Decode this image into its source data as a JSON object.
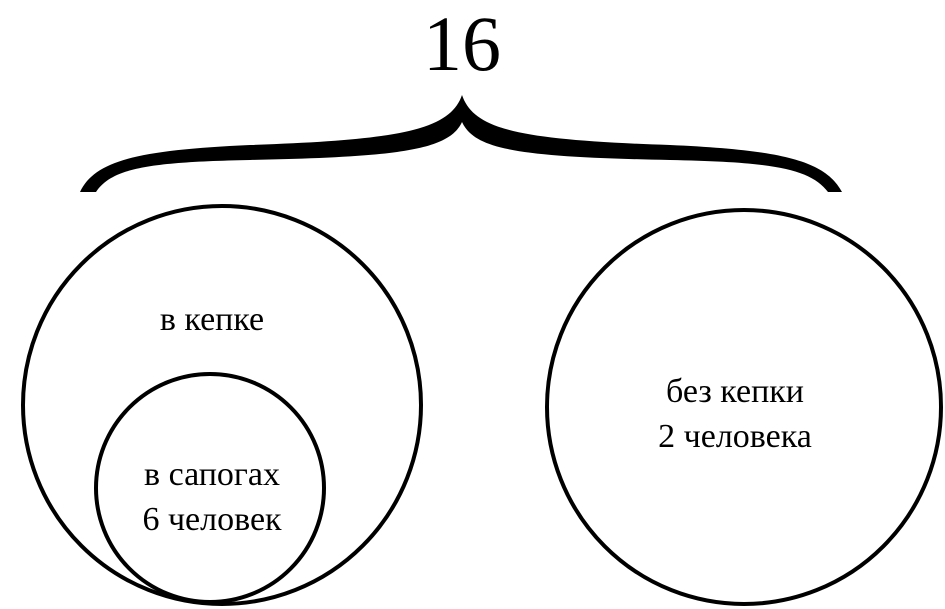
{
  "total": "16",
  "left_circle": {
    "label": "в кепке"
  },
  "inner_circle": {
    "line1": "в сапогах",
    "line2": "6 человек"
  },
  "right_circle": {
    "line1": "без кепки",
    "line2": "2 человека"
  }
}
